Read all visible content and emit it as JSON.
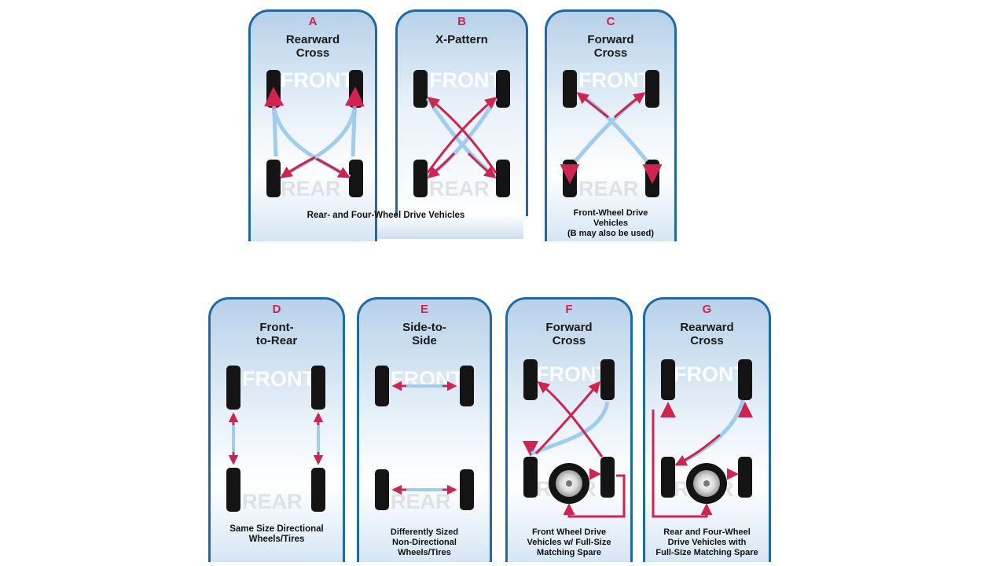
{
  "watermarks": {
    "front": "FRONT",
    "rear": "REAR"
  },
  "colors": {
    "arrow": "#d0234f",
    "border": "#1f6aa5",
    "sky": "#b7d1e9"
  },
  "panels": [
    {
      "letter": "A",
      "title": "Rearward\nCross"
    },
    {
      "letter": "B",
      "title": "X-Pattern"
    },
    {
      "letter": "C",
      "title": "Forward\nCross",
      "caption": "Front-Wheel Drive\nVehicles\n(B may also be used)"
    },
    {
      "letter": "D",
      "title": "Front-\nto-Rear",
      "caption": "Same Size Directional\nWheels/Tires"
    },
    {
      "letter": "E",
      "title": "Side-to-\nSide",
      "caption": "Differently Sized\nNon-Directional\nWheels/Tires"
    },
    {
      "letter": "F",
      "title": "Forward\nCross",
      "caption": "Front Wheel Drive\nVehicles w/ Full-Size\nMatching Spare"
    },
    {
      "letter": "G",
      "title": "Rearward\nCross",
      "caption": "Rear and Four-Wheel\nDrive Vehicles with\nFull-Size Matching Spare"
    }
  ],
  "shared_captions": {
    "ab": "Rear- and Four-Wheel Drive Vehicles"
  }
}
